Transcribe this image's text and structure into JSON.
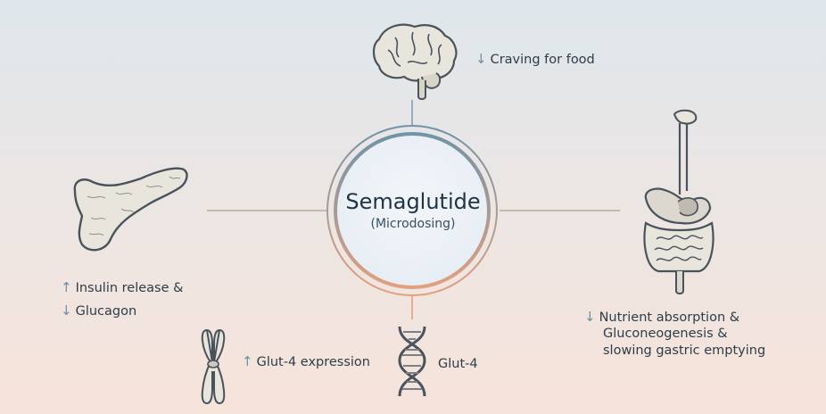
{
  "center": {
    "title": "Semaglutide",
    "subtitle": "(Microdosing)"
  },
  "nodes": {
    "brain": {
      "arrow": "↓",
      "label": "Craving for food"
    },
    "pancreas": {
      "line1_arrow": "↑",
      "line1": "Insulin release &",
      "line2_arrow": "↓",
      "line2": "Glucagon"
    },
    "chromosome": {
      "arrow": "↑",
      "label": "Glut-4 expression"
    },
    "dna": {
      "label": "Glut-4"
    },
    "digestive": {
      "arrow": "↓",
      "line1": "Nutrient absorption &",
      "line2": "Gluconeogenesis &",
      "line3": "slowing gastric emptying"
    }
  },
  "colors": {
    "ring_top": "#6f94a8",
    "ring_bottom": "#e2a07f",
    "connector": "#b8aaa0",
    "icon_fill": "#e8e5dd",
    "icon_stroke": "#4a535c"
  },
  "icons": [
    "brain-icon",
    "pancreas-icon",
    "chromosome-icon",
    "dna-icon",
    "digestive-system-icon"
  ]
}
